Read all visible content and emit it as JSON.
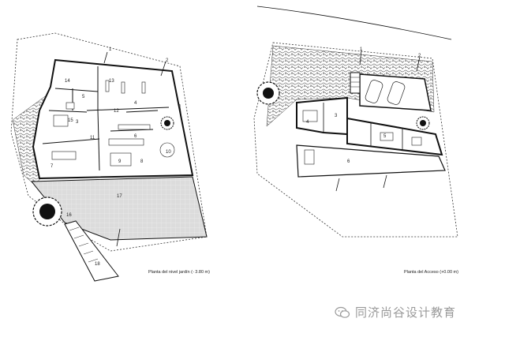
{
  "left_plan": {
    "rooms": [
      "1",
      "2",
      "3",
      "4",
      "5",
      "6",
      "7",
      "8",
      "9",
      "10",
      "11",
      "12",
      "13",
      "14",
      "15",
      "16",
      "17",
      "18"
    ],
    "caption": "Planta del nivel jardín (- 3.80 m)"
  },
  "right_plan": {
    "rooms": [
      "1",
      "2",
      "3",
      "4",
      "5",
      "6"
    ],
    "caption": "Planta del Acceso (+0.00 m)"
  },
  "watermark": {
    "text": "同济尚谷设计教育",
    "icon": "wechat-logo-icon"
  },
  "colors": {
    "ink": "#1a1a1a",
    "gravel": "#6d6d6d",
    "courtyard_fill": "#dcdcdc",
    "watermark": "#9a9a9a"
  }
}
